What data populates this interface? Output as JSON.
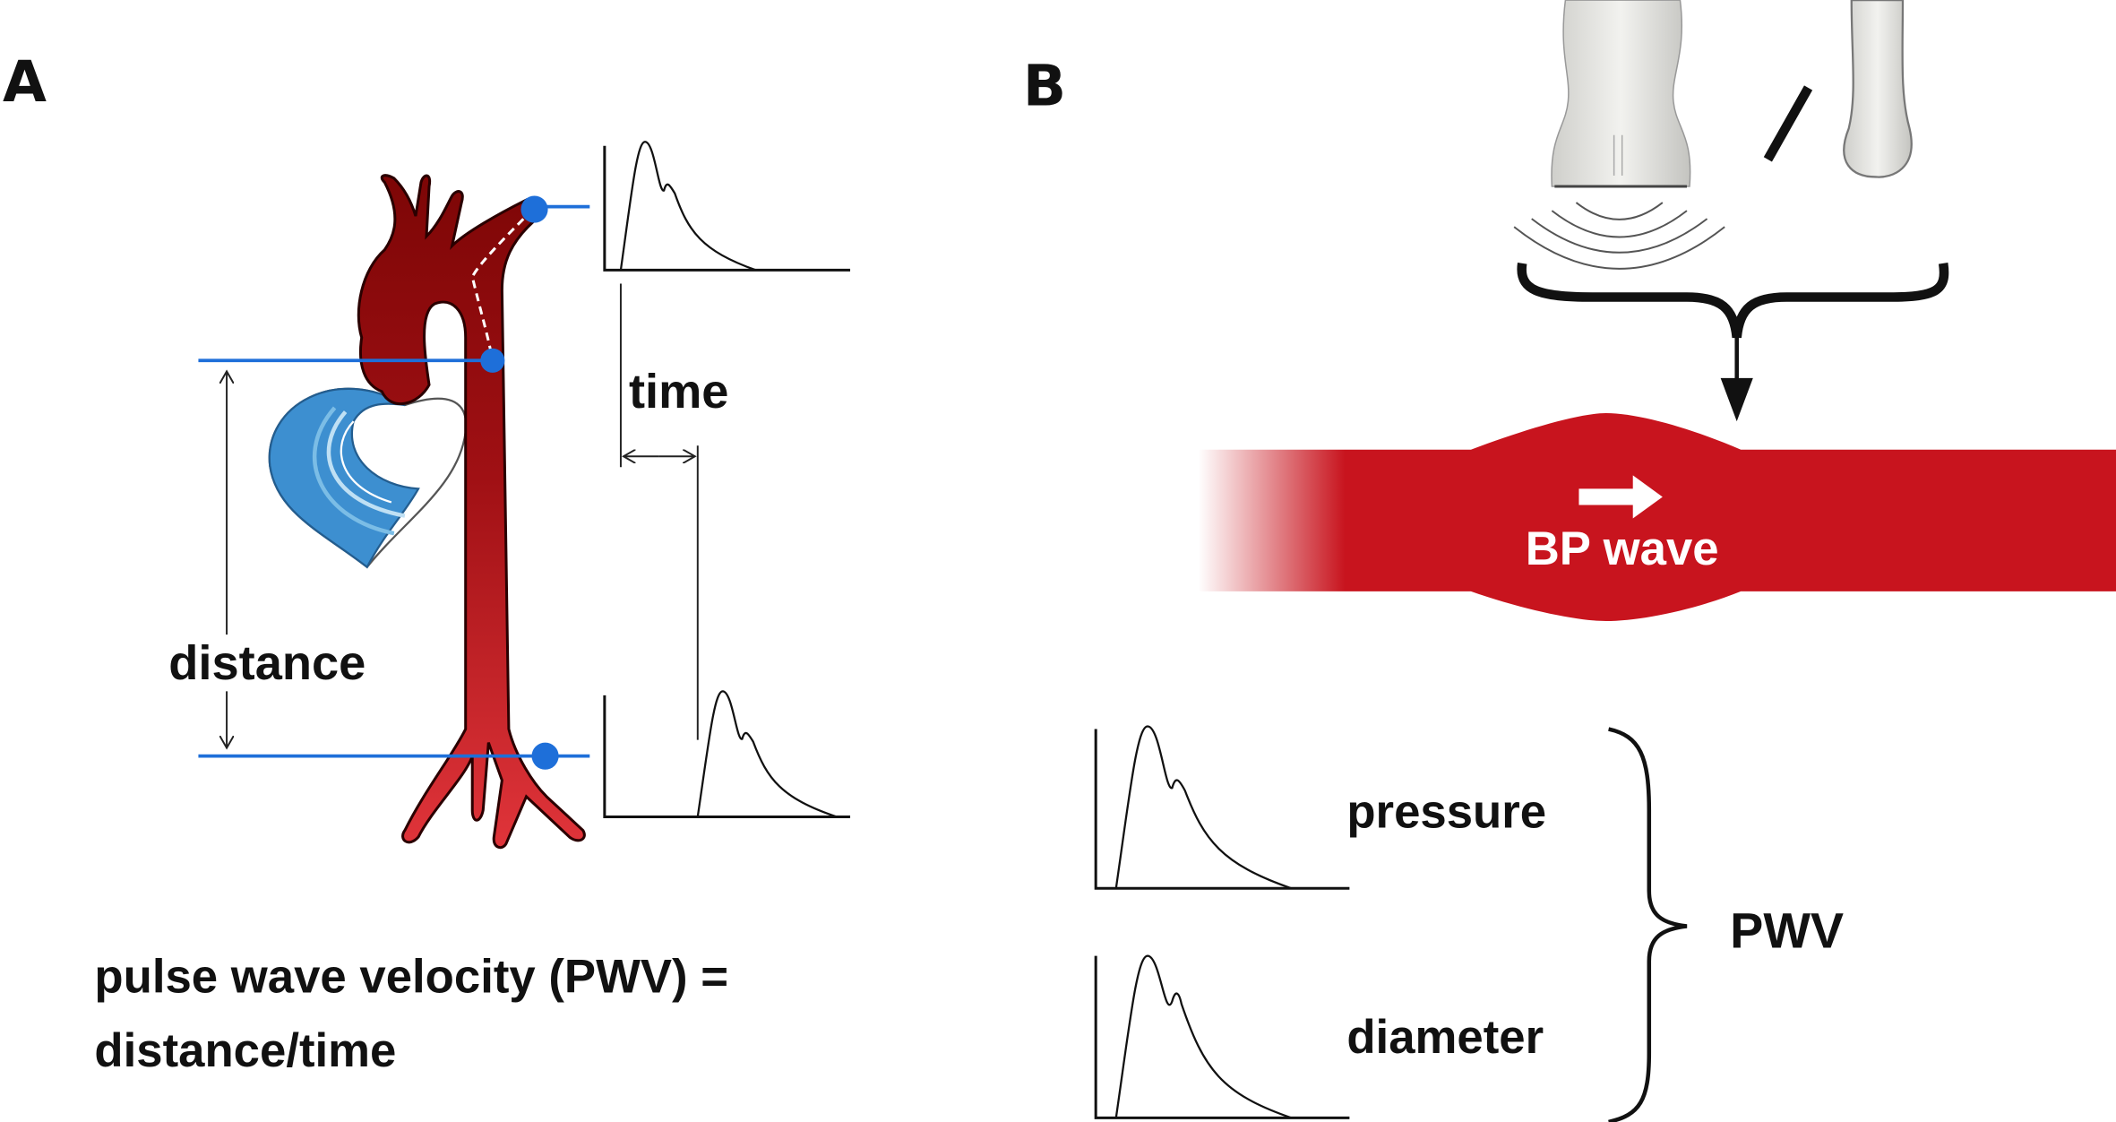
{
  "panel_a": {
    "label": "A",
    "time_label": "time",
    "distance_label": "distance",
    "formula_line1": "pulse wave velocity (PWV) =",
    "formula_line2": "distance/time"
  },
  "panel_b": {
    "label": "B",
    "wave_label": "BP wave",
    "pressure_label": "pressure",
    "diameter_label": "diameter",
    "pwv_label": "PWV"
  },
  "colors": {
    "aorta_dark": "#8b0a0a",
    "aorta_light": "#d8282c",
    "vessel": "#c8141e",
    "marker_blue": "#1e6fd9",
    "heart_blue": "#3d8fd0"
  }
}
